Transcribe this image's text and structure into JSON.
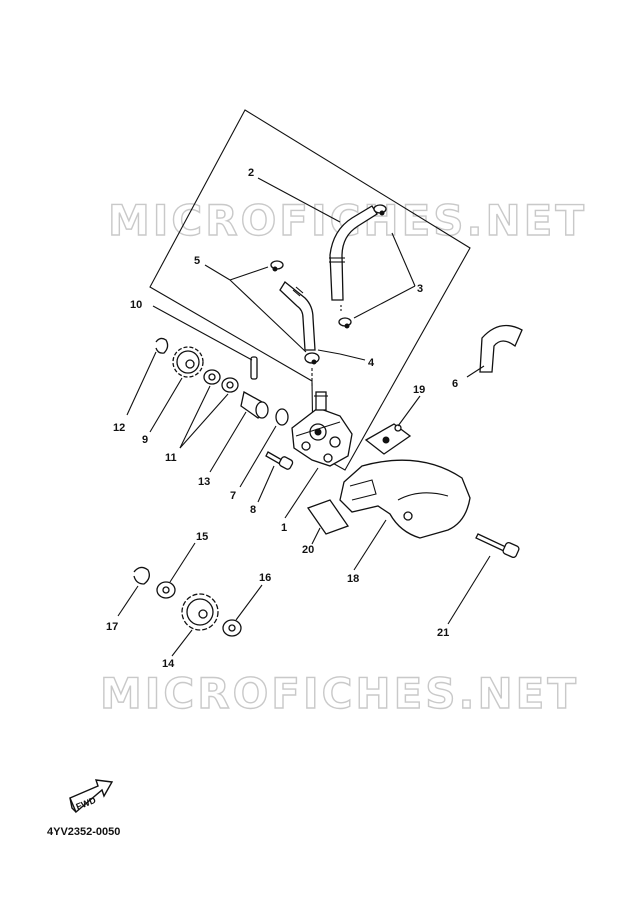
{
  "watermark": "MICROFICHES.NET",
  "diagram_code": "4YV2352-0050",
  "fwd_label": "FWD",
  "callouts": [
    "1",
    "2",
    "3",
    "4",
    "5",
    "6",
    "7",
    "8",
    "9",
    "10",
    "11",
    "12",
    "13",
    "14",
    "15",
    "16",
    "17",
    "18",
    "19",
    "20",
    "21"
  ]
}
